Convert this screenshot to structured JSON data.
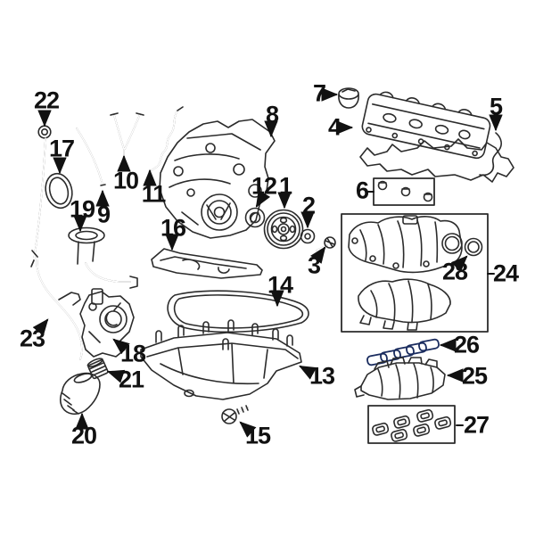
{
  "callouts": [
    "1",
    "2",
    "3",
    "4",
    "5",
    "6",
    "7",
    "8",
    "9",
    "10",
    "11",
    "12",
    "13",
    "14",
    "15",
    "16",
    "17",
    "18",
    "19",
    "20",
    "21",
    "22",
    "23",
    "24",
    "25",
    "26",
    "27",
    "28"
  ],
  "highlight": {
    "selected_callout": "26",
    "fill": "#3f6cb0",
    "stroke": "#1a2c5f"
  },
  "canvas": {
    "background": "#ffffff",
    "line_color": "#2b2b2b"
  }
}
